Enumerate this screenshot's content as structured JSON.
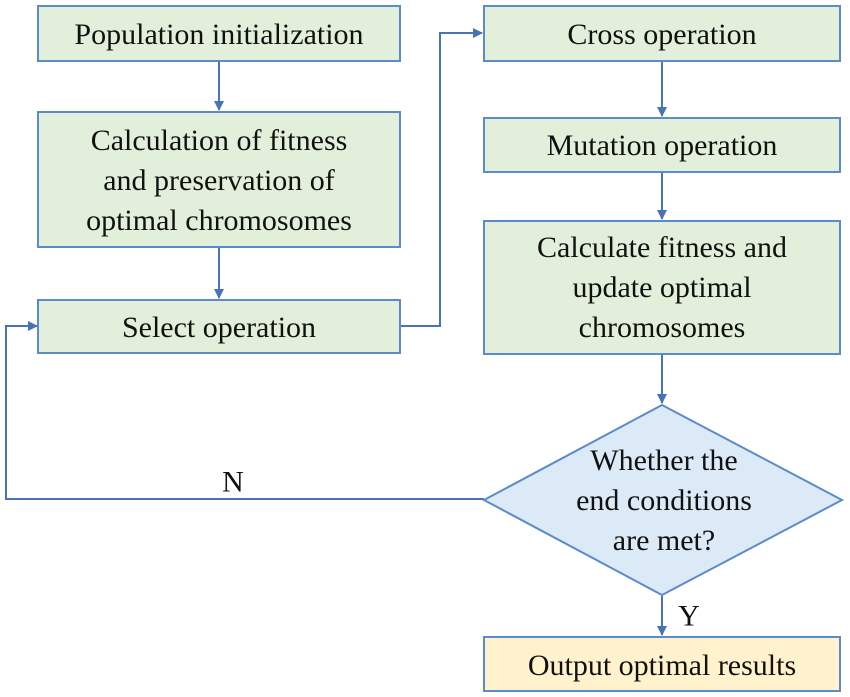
{
  "colors": {
    "process_fill": "#e2efda",
    "process_stroke": "#5b8bc9",
    "decision_fill": "#dce9f7",
    "decision_stroke": "#5b8bc9",
    "output_fill": "#fff2cc",
    "connector": "#4a72b8"
  },
  "nodes": {
    "population_init": [
      "Population initialization"
    ],
    "fitness_preserve": [
      "Calculation of fitness",
      "and preservation of",
      "optimal chromosomes"
    ],
    "select_op": [
      "Select operation"
    ],
    "cross_op": [
      "Cross operation"
    ],
    "mutation_op": [
      "Mutation operation"
    ],
    "fitness_update": [
      "Calculate fitness and",
      "update optimal",
      "chromosomes"
    ],
    "end_check": [
      "Whether the",
      "end conditions",
      "are met?"
    ],
    "output": [
      "Output optimal results"
    ]
  },
  "edges": {
    "no_label": "N",
    "yes_label": "Y"
  }
}
